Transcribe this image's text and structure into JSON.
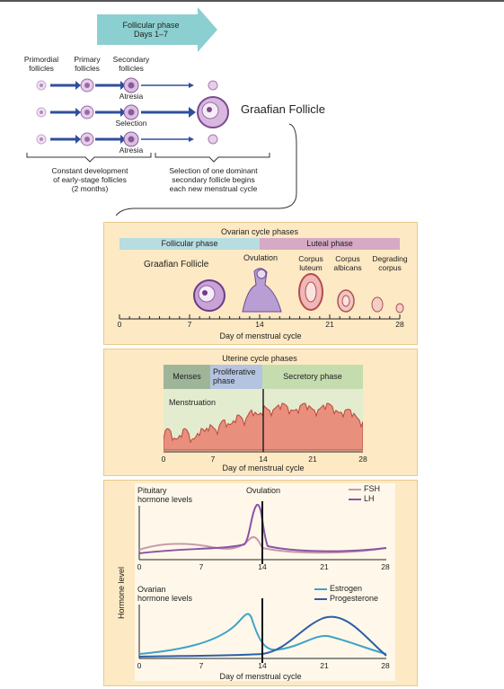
{
  "follicular_top": {
    "arrow_label": [
      "Follicular phase",
      "Days 1–7"
    ],
    "stages": [
      {
        "line1": "Primordial",
        "line2": "follicles"
      },
      {
        "line1": "Primary",
        "line2": "follicles"
      },
      {
        "line1": "Secondary",
        "line2": "follicles"
      }
    ],
    "atresia_label": "Atresia",
    "selection_label": "Selection",
    "graafian_label": "Graafian Follicle",
    "brace_left": [
      "Constant development",
      "of early-stage follicles",
      "(2 months)"
    ],
    "brace_right": [
      "Selection of one dominant",
      "secondary follicle begins",
      "each new menstrual cycle"
    ]
  },
  "ovarian_panel": {
    "title": "Ovarian cycle phases",
    "follicular": "Follicular phase",
    "luteal": "Luteal phase",
    "graafian": "Graafian Follicle",
    "ovulation": "Ovulation",
    "corpus_luteum": [
      "Corpus",
      "luteum"
    ],
    "corpus_albicans": [
      "Corpus",
      "albicans"
    ],
    "degrading": [
      "Degrading",
      "corpus"
    ],
    "ticks": [
      "0",
      "7",
      "14",
      "21",
      "28"
    ],
    "xlabel": "Day of menstrual cycle"
  },
  "uterine_panel": {
    "title": "Uterine cycle phases",
    "menses": "Menses",
    "proliferative": [
      "Proliferative",
      "phase"
    ],
    "secretory": "Secretory phase",
    "menstruation": "Menstruation",
    "ticks": [
      "0",
      "7",
      "14",
      "21",
      "28"
    ],
    "xlabel": "Day of menstrual cycle"
  },
  "hormone_panel": {
    "pituitary_label": [
      "Pituitary",
      "hormone levels"
    ],
    "ovulation": "Ovulation",
    "ovarian_label": [
      "Ovarian",
      "hormone levels"
    ],
    "ylabel": "Hormone level",
    "ticks": [
      "0",
      "7",
      "14",
      "21",
      "28"
    ],
    "xlabel": "Day of menstrual cycle",
    "legend_top": [
      {
        "name": "FSH",
        "color": "#c79aa9"
      },
      {
        "name": "LH",
        "color": "#8b53a6"
      }
    ],
    "legend_bottom": [
      {
        "name": "Estrogen",
        "color": "#3fa3c8"
      },
      {
        "name": "Progesterone",
        "color": "#2b5fa6"
      }
    ]
  }
}
